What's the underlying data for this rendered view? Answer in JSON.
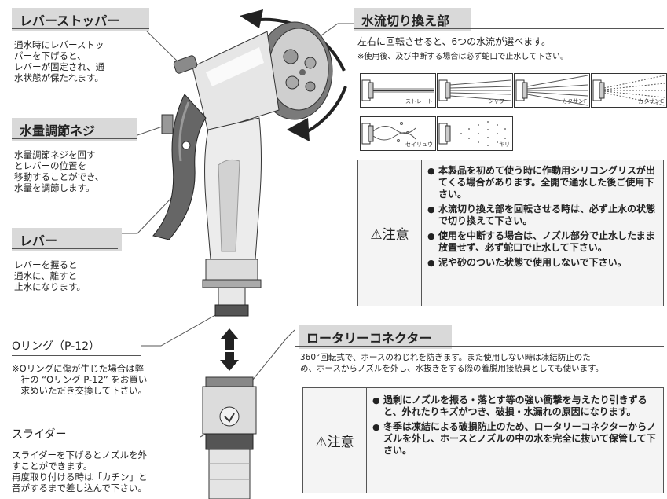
{
  "lever_stopper": {
    "title": "レバーストッパー",
    "lines": [
      "通水時にレバーストッ",
      "パーを下げると、",
      "レバーが固定され、通",
      "水状態が保たれます。"
    ]
  },
  "flow_adjust": {
    "title": "水量調節ネジ",
    "lines": [
      "水量調節ネジを回す",
      "とレバーの位置を",
      "移動することができ、",
      "水量を調節します。"
    ]
  },
  "lever": {
    "title": "レバー",
    "lines": [
      "レバーを握ると",
      "通水に、離すと",
      "止水になります。"
    ]
  },
  "oring": {
    "title": "Oリング（P-12）",
    "lines": [
      "※Oリングに傷が生じた場合は弊",
      "　社の “Oリング P-12” をお買い",
      "　求めいただき交換して下さい。"
    ]
  },
  "slider": {
    "title": "スライダー",
    "lines": [
      "スライダーを下げるとノズルを外",
      "すことができます。",
      "再度取り付ける時は「カチン」と",
      "音がするまで差し込んで下さい。"
    ]
  },
  "water_switch": {
    "title": "水流切り換え部",
    "desc": "左右に回転させると、6つの水流が選べます。",
    "note": "※使用後、及び中断する場合は必ず蛇口で止水して下さい。",
    "patterns": [
      "ストレート",
      "シャワー",
      "カクサンF",
      "カクサンC",
      "セイリュウ",
      "キリ"
    ]
  },
  "caution_1": {
    "label": "⚠注意",
    "items": [
      "本製品を初めて使う時に作動用シリコングリスが出てくる場合があります。全開で通水した後ご使用下さい。",
      "水流切り換え部を回転させる時は、必ず止水の状態で切り換えて下さい。",
      "使用を中断する場合は、ノズル部分で止水したまま放置せず、必ず蛇口で止水して下さい。",
      "泥や砂のついた状態で使用しないで下さい。"
    ]
  },
  "rotary": {
    "title": "ロータリーコネクター",
    "lines": [
      "360°回転式で、ホースのねじれを防ぎます。また使用しない時は凍結防止のた",
      "め、ホースからノズルを外し、水抜きをする際の着脱用接続具としても使います。"
    ]
  },
  "caution_2": {
    "label": "⚠注意",
    "items": [
      "過剰にノズルを振る・落とす等の強い衝撃を与えたり引きずると、外れたりキズがつき、破損・水漏れの原因になります。",
      "冬季は凍結による破損防止のため、ロータリーコネクターからノズルを外し、ホースとノズルの中の水を完全に抜いて保管して下さい。"
    ]
  },
  "colors": {
    "header_bg": "#d9d9d9",
    "warn_bg": "#f4f4f4"
  }
}
